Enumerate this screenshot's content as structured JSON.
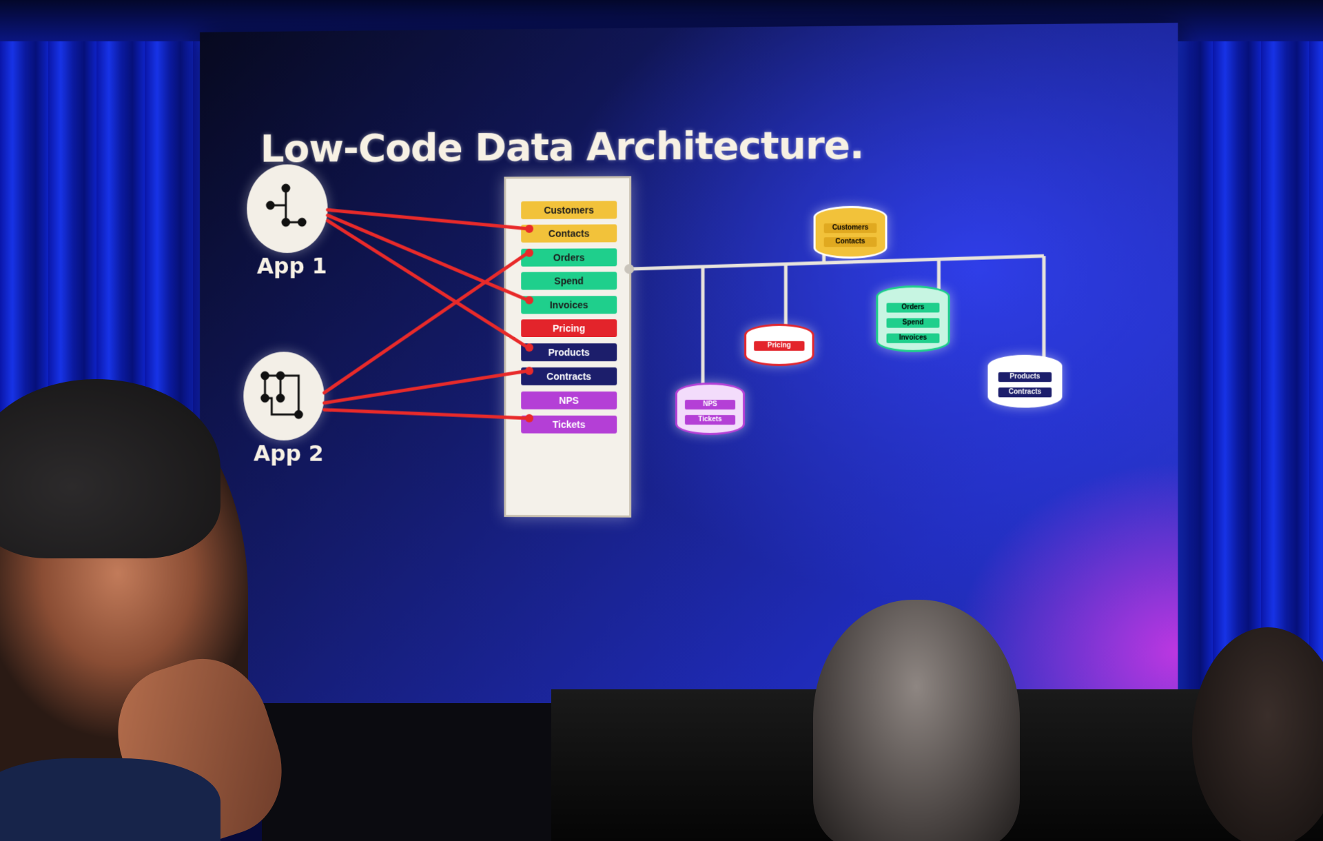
{
  "slide": {
    "title": "Low-Code Data Architecture.",
    "apps": [
      {
        "label": "App 1"
      },
      {
        "label": "App 2"
      }
    ],
    "entities": [
      {
        "label": "Customers",
        "color": "#f2c23a"
      },
      {
        "label": "Contacts",
        "color": "#f2c23a"
      },
      {
        "label": "Orders",
        "color": "#1fcf8c"
      },
      {
        "label": "Spend",
        "color": "#1fcf8c"
      },
      {
        "label": "Invoices",
        "color": "#1fcf8c"
      },
      {
        "label": "Pricing",
        "color": "#e3242b"
      },
      {
        "label": "Products",
        "color": "#1c1e6b"
      },
      {
        "label": "Contracts",
        "color": "#1c1e6b"
      },
      {
        "label": "NPS",
        "color": "#b43fd6"
      },
      {
        "label": "Tickets",
        "color": "#b43fd6"
      }
    ],
    "databases": [
      {
        "name": "db-customers",
        "bands": [
          "Customers",
          "Contacts"
        ],
        "color": "#f2c23a"
      },
      {
        "name": "db-pricing",
        "bands": [
          "Pricing"
        ],
        "color": "#e3242b"
      },
      {
        "name": "db-orders",
        "bands": [
          "Orders",
          "Spend",
          "Invoices"
        ],
        "color": "#1fcf8c"
      },
      {
        "name": "db-nps",
        "bands": [
          "NPS",
          "Tickets"
        ],
        "color": "#b43fd6"
      },
      {
        "name": "db-products",
        "bands": [
          "Products",
          "Contracts"
        ],
        "color": "#1c1e6b"
      }
    ]
  }
}
